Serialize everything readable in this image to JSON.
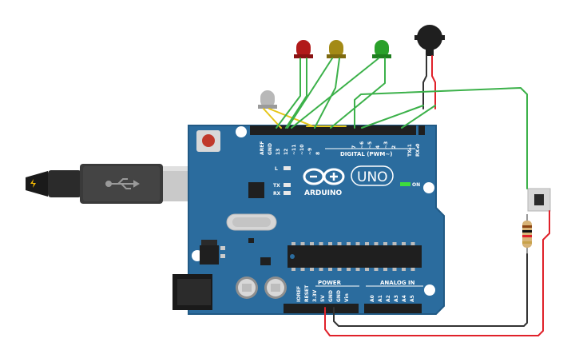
{
  "board": {
    "brand": "ARDUINO",
    "model": "UNO",
    "digital_header": "DIGITAL (PWM~)",
    "power_header": "POWER",
    "analog_header": "ANALOG IN",
    "on_label": "ON",
    "led_labels": {
      "l": "L",
      "tx": "TX",
      "rx": "RX"
    },
    "top_pins": [
      "AREF",
      "GND",
      "13",
      "12",
      "~11",
      "~10",
      "~9",
      "8",
      "7",
      "~6",
      "~5",
      "4",
      "~3",
      "2",
      "TX▸1",
      "RX◂0"
    ],
    "power_pins": [
      "IOREF",
      "RESET",
      "3.3V",
      "5V",
      "GND",
      "GND",
      "Vin"
    ],
    "analog_pins": [
      "A0",
      "A1",
      "A2",
      "A3",
      "A4",
      "A5"
    ]
  },
  "components": {
    "leds": [
      {
        "name": "red-led",
        "color": "#b11a1a"
      },
      {
        "name": "yellow-led",
        "color": "#a38a16"
      },
      {
        "name": "green-led",
        "color": "#2aa02a"
      },
      {
        "name": "white-led",
        "color": "#b8b8b8"
      }
    ],
    "wire_colors": {
      "green": "#3cb14a",
      "red": "#e0212a",
      "black": "#333333",
      "yellow": "#e6c619"
    }
  }
}
